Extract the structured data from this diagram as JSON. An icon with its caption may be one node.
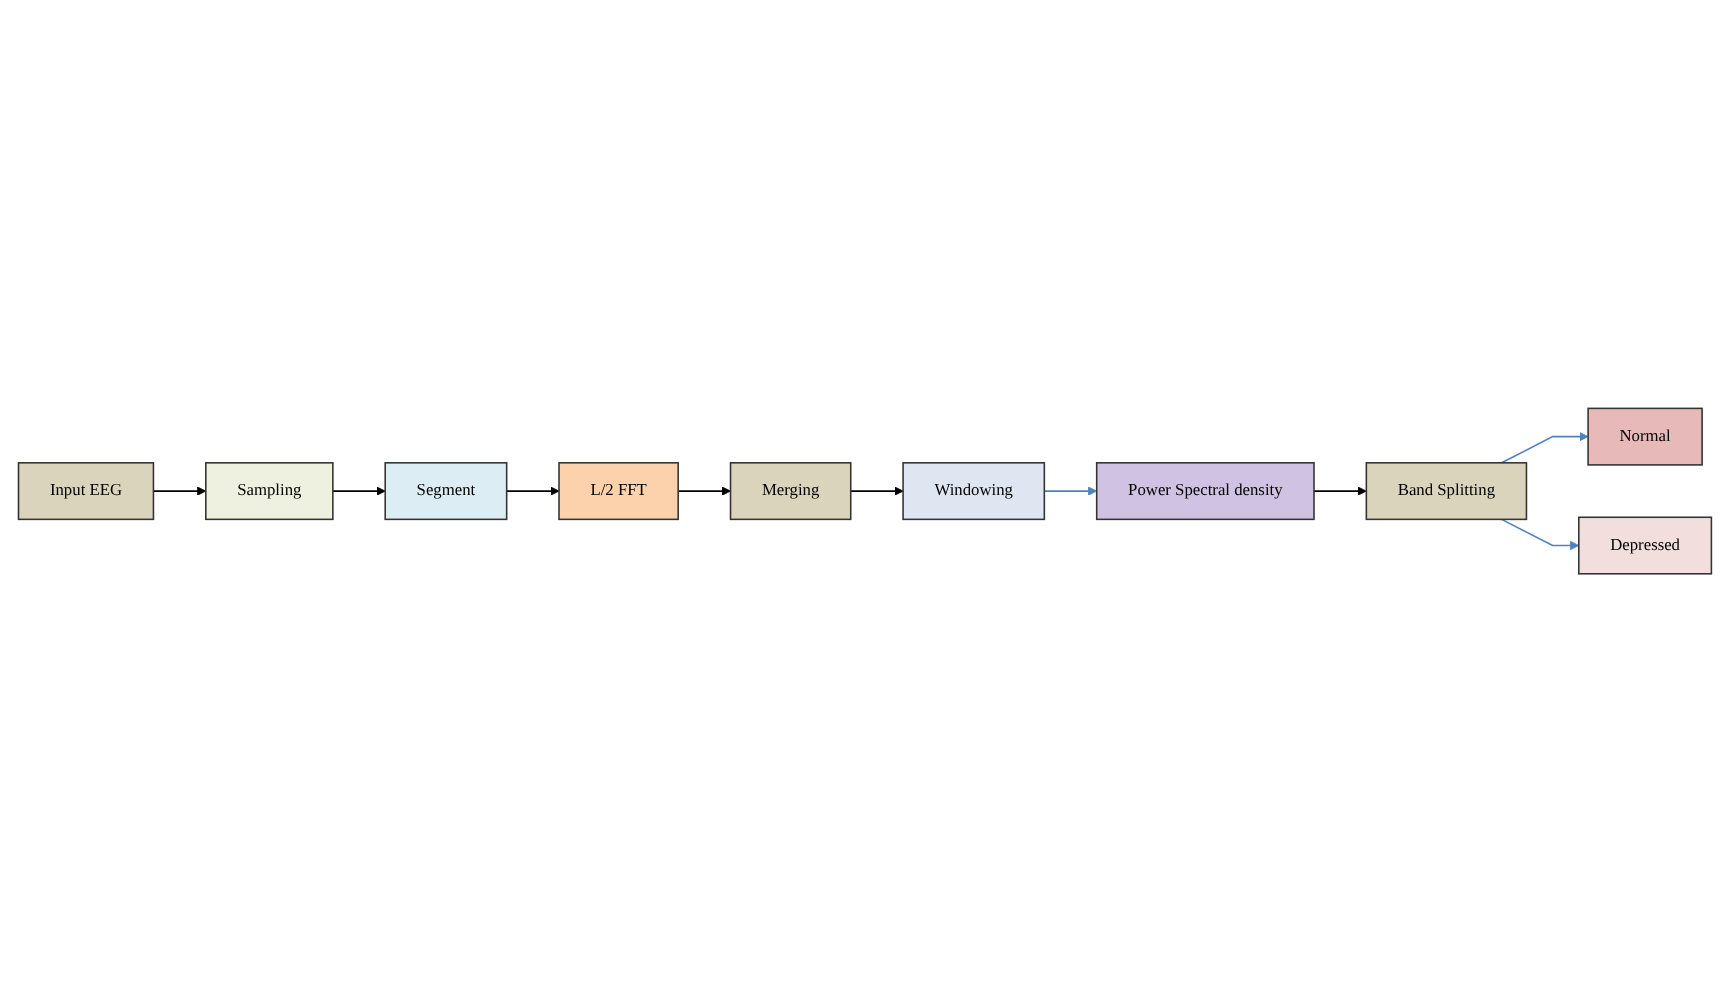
{
  "diagram": {
    "nodes": [
      {
        "text": [
          "Input EEG"
        ]
      },
      {
        "text": [
          "Sampling"
        ]
      },
      {
        "text": [
          "Segment"
        ]
      },
      {
        "text": [
          "L/2 FFT"
        ]
      },
      {
        "text": [
          "Merging"
        ]
      },
      {
        "text": [
          "Windowing"
        ]
      },
      {
        "text": [
          "Power Spectral density"
        ]
      },
      {
        "text": [
          "Band Splitting"
        ]
      },
      {
        "text": [
          "Normal"
        ]
      },
      {
        "text": [
          "Depressed"
        ]
      }
    ],
    "edges": [
      {
        "from": 0,
        "to": 1,
        "arrow": "to"
      },
      {
        "from": 1,
        "to": 2,
        "arrow": "to"
      },
      {
        "from": 2,
        "to": 3,
        "arrow": "to"
      },
      {
        "from": 3,
        "to": 4,
        "arrow": "to"
      },
      {
        "from": 4,
        "to": 5,
        "arrow": "to"
      },
      {
        "from": 5,
        "to": 6,
        "arrow": "to",
        "color": "#4f81bd"
      },
      {
        "from": 6,
        "to": 7,
        "arrow": "to"
      },
      {
        "from": 7,
        "to": 8,
        "arrow": "to",
        "color": "#4f81bd"
      },
      {
        "from": 7,
        "to": 9,
        "arrow": "to",
        "color": "#4f81bd"
      }
    ]
  }
}
